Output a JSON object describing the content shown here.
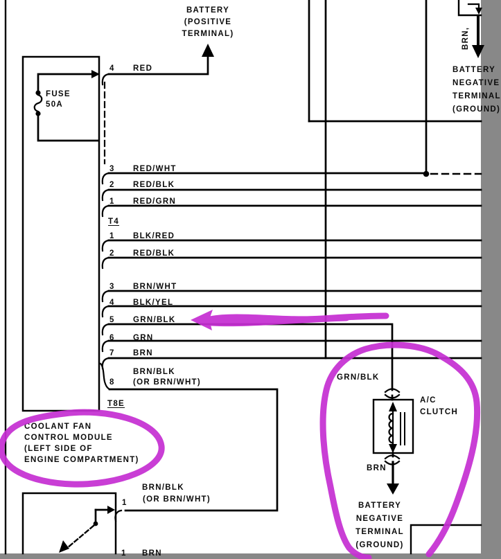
{
  "colors": {
    "annotation": "#c52fd2",
    "ink": "#000000",
    "background": "#ffffff"
  },
  "battery_positive": {
    "line1": "BATTERY",
    "line2": "(POSITIVE",
    "line3": "TERMINAL)"
  },
  "fuse": {
    "name": "FUSE",
    "rating": "50A"
  },
  "connector_top": {
    "rows": [
      {
        "pin": "4",
        "wire": "RED"
      },
      {
        "pin": "3",
        "wire": "RED/WHT"
      },
      {
        "pin": "2",
        "wire": "RED/BLK"
      },
      {
        "pin": "1",
        "wire": "RED/GRN"
      }
    ]
  },
  "connector_t4": {
    "heading": "T4",
    "rows": [
      {
        "pin": "1",
        "wire": "BLK/RED"
      },
      {
        "pin": "2",
        "wire": "RED/BLK"
      },
      {
        "pin": "3",
        "wire": "BRN/WHT"
      },
      {
        "pin": "4",
        "wire": "BLK/YEL"
      },
      {
        "pin": "5",
        "wire": "GRN/BLK"
      },
      {
        "pin": "6",
        "wire": "GRN"
      },
      {
        "pin": "7",
        "wire": "BRN"
      }
    ],
    "row8": {
      "pin": "8",
      "wire_line1": "BRN/BLK",
      "wire_line2": "(OR BRN/WHT)"
    },
    "footer": "T8E"
  },
  "coolant_module": {
    "line1": "COOLANT FAN",
    "line2": "CONTROL MODULE",
    "line3": "(LEFT SIDE OF",
    "line4": "ENGINE COMPARTMENT)"
  },
  "bottom_connector": {
    "pin": "1",
    "wire_line1": "BRN/BLK",
    "wire_line2": "(OR BRN/WHT)"
  },
  "bottom_partial": {
    "pin": "1",
    "wire": "BRN"
  },
  "ac_clutch": {
    "wire_top": "GRN/BLK",
    "name_line1": "A/C",
    "name_line2": "CLUTCH",
    "wire_bottom": "BRN",
    "ground": {
      "line1": "BATTERY",
      "line2": "NEGATIVE",
      "line3": "TERMINAL",
      "line4": "(GROUND)"
    }
  },
  "top_right_ground": {
    "wire_vertical": "BRN,",
    "line1": "BATTERY",
    "line2": "NEGATIVE",
    "line3": "TERMINAL",
    "line4": "(GROUND)"
  }
}
